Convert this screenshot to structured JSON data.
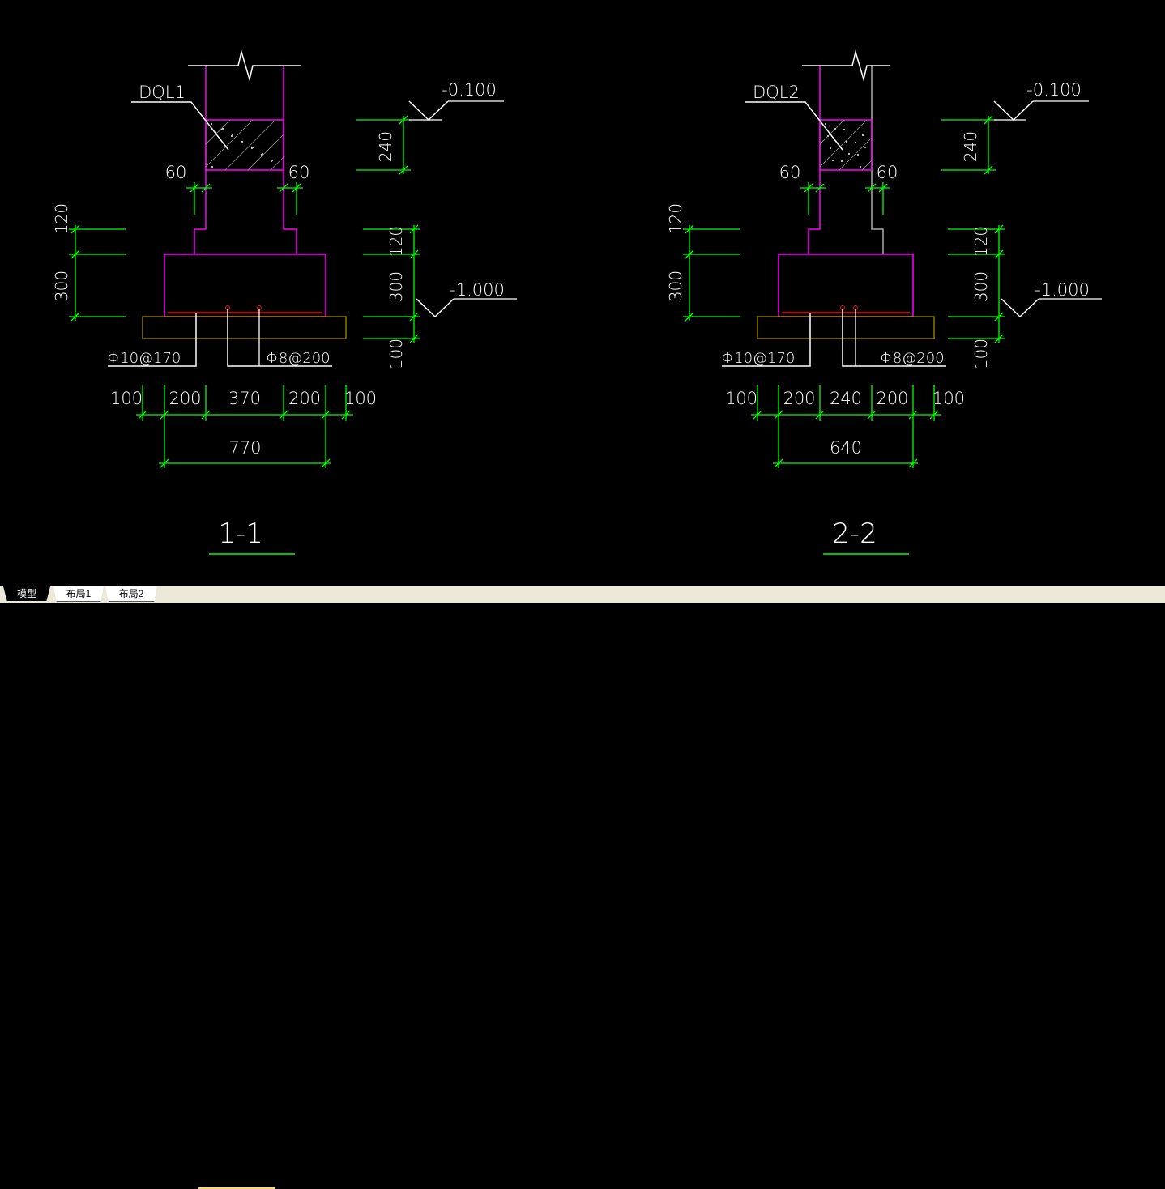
{
  "colors": {
    "wall": "#ff00ff",
    "dim": "#00ff00",
    "rebar": "#ff0000",
    "cushion": "#a08c00",
    "line": "#ffffff",
    "background": "#000000"
  },
  "sections": [
    {
      "title": "1-1",
      "beam_label": "DQL1",
      "side_left": "60",
      "side_right": "60",
      "left_dims": [
        "120",
        "300"
      ],
      "right_dims": [
        "120",
        "300",
        "100"
      ],
      "top_dim": "240",
      "elev_top": "-0.100",
      "elev_bottom": "-1.000",
      "rebar_left": "Φ10@170",
      "rebar_right": "Φ8@200",
      "bottom_dims": [
        "100",
        "200",
        "370",
        "200",
        "100"
      ],
      "total_dim": "770"
    },
    {
      "title": "2-2",
      "beam_label": "DQL2",
      "side_left": "60",
      "side_right": "60",
      "left_dims": [
        "120",
        "300"
      ],
      "right_dims": [
        "120",
        "300",
        "100"
      ],
      "top_dim": "240",
      "elev_top": "-0.100",
      "elev_bottom": "-1.000",
      "rebar_left": "Φ10@170",
      "rebar_right": "Φ8@200",
      "bottom_dims": [
        "100",
        "200",
        "240",
        "200",
        "100"
      ],
      "total_dim": "640"
    }
  ],
  "tabs": [
    {
      "label": "模型",
      "active": true
    },
    {
      "label": "布局1"
    },
    {
      "label": "布局2"
    }
  ]
}
